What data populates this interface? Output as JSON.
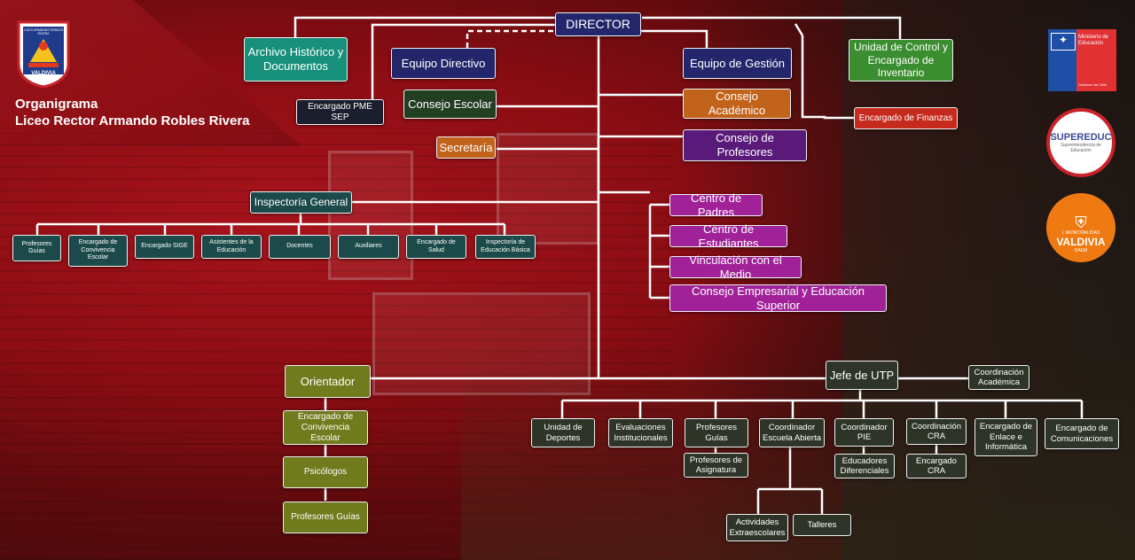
{
  "header": {
    "title_line1": "Organigrama",
    "title_line2": "Liceo Rector Armando Robles Rivera",
    "school_badge_text": "VALDIVIA",
    "school_badge_top": "LICEO ARMANDO ROBLES RIVERA"
  },
  "logos": {
    "ministerio": "Ministerio de Educación",
    "gobierno": "Gobierno de Chile",
    "supereduc": "SUPEREDUC",
    "supereduc_sub": "Superintendencia de Educación",
    "muni_small": "I. MUNICIPALIDAD",
    "muni": "VALDIVIA",
    "muni_sub": "DAEM"
  },
  "nodes": {
    "director": "DIRECTOR",
    "archivo": "Archivo Histórico y Documentos",
    "equipo_directivo": "Equipo Directivo",
    "equipo_gestion": "Equipo de Gestión",
    "unidad_control": "Unidad de Control y Encargado de Inventario",
    "pme": "Encargado PME SEP",
    "consejo_escolar": "Consejo Escolar",
    "consejo_academico": "Consejo Académico",
    "finanzas": "Encargado de Finanzas",
    "secretaria": "Secretaría",
    "consejo_profesores": "Consejo de Profesores",
    "inspectoria": "Inspectoría General",
    "insp_children": [
      "Profesores Guías",
      "Encargado de Convivencia Escolar",
      "Encargado SIGE",
      "Asistentes de la Educación",
      "Docentes",
      "Auxiliares",
      "Encargado de Salud",
      "Inspectoría de Educación Básica"
    ],
    "centro_padres": "Centro de Padres",
    "centro_estudiantes": "Centro de Estudiantes",
    "vinculacion": "Vinculación con el Medio",
    "consejo_empresarial": "Consejo Empresarial y Educación Superior",
    "orientador": "Orientador",
    "orient_children": [
      "Encargado de Convivencia Escolar",
      "Psicólogos",
      "Profesores Guías"
    ],
    "jefe_utp": "Jefe de UTP",
    "coord_academica": "Coordinación Académica",
    "utp_children": [
      "Unidad de Deportes",
      "Evaluaciones Institucionales",
      "Profesores Guías",
      "Coordinador Escuela Abierta",
      "Coordinador PIE",
      "Coordinación CRA",
      "Encargado de Enlace e Informática",
      "Encargado de Comunicaciones"
    ],
    "profesores_asignatura": "Profesores de Asignatura",
    "educadores_diferenciales": "Educadores Diferenciales",
    "encargado_cra": "Encargado CRA",
    "actividades": "Actividades Extraescolares",
    "talleres": "Talleres"
  }
}
